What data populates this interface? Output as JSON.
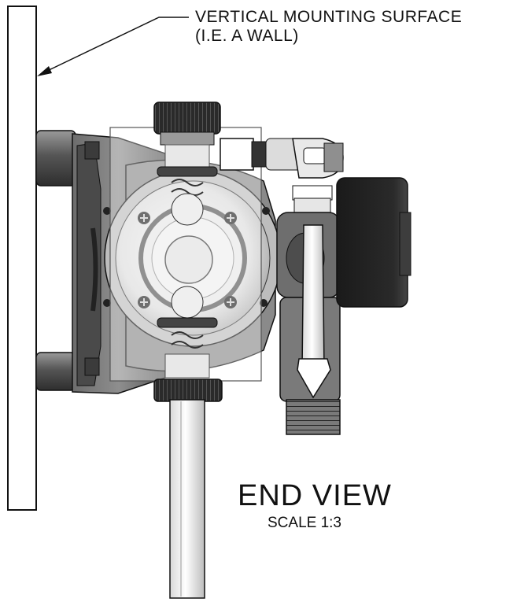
{
  "annotation": {
    "line1": "VERTICAL MOUNTING SURFACE",
    "line2": "(I.E. A WALL)"
  },
  "view": {
    "title": "END VIEW",
    "scale": "SCALE 1:3"
  }
}
